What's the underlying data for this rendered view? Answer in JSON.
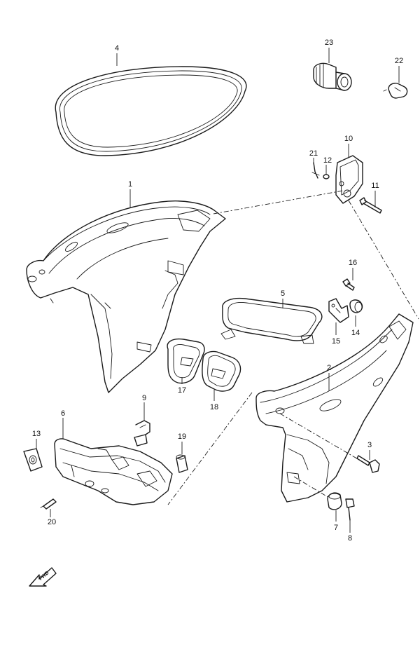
{
  "diagram": {
    "parts": [
      {
        "id": "p4",
        "number": "4",
        "shape": "seal-ring"
      },
      {
        "id": "p23",
        "number": "23",
        "shape": "grommet"
      },
      {
        "id": "p22",
        "number": "22",
        "shape": "clip"
      },
      {
        "id": "p10",
        "number": "10",
        "shape": "bracket"
      },
      {
        "id": "p21",
        "number": "21",
        "shape": "pin"
      },
      {
        "id": "p12",
        "number": "12",
        "shape": "washer"
      },
      {
        "id": "p11",
        "number": "11",
        "shape": "bolt"
      },
      {
        "id": "p1",
        "number": "1",
        "shape": "side-cover-upper"
      },
      {
        "id": "p16",
        "number": "16",
        "shape": "screw"
      },
      {
        "id": "p5",
        "number": "5",
        "shape": "gasket"
      },
      {
        "id": "p14",
        "number": "14",
        "shape": "cap"
      },
      {
        "id": "p15",
        "number": "15",
        "shape": "bracket-small"
      },
      {
        "id": "p2",
        "number": "2",
        "shape": "side-cover-lower"
      },
      {
        "id": "p17",
        "number": "17",
        "shape": "seal"
      },
      {
        "id": "p18",
        "number": "18",
        "shape": "seal"
      },
      {
        "id": "p9",
        "number": "9",
        "shape": "bracket-clip"
      },
      {
        "id": "p6",
        "number": "6",
        "shape": "lower-cover"
      },
      {
        "id": "p13",
        "number": "13",
        "shape": "grommet-square"
      },
      {
        "id": "p19",
        "number": "19",
        "shape": "collar"
      },
      {
        "id": "p20",
        "number": "20",
        "shape": "pin"
      },
      {
        "id": "p3",
        "number": "3",
        "shape": "bolt"
      },
      {
        "id": "p7",
        "number": "7",
        "shape": "bushing"
      },
      {
        "id": "p8",
        "number": "8",
        "shape": "bolt"
      }
    ],
    "direction_label": "FWD"
  }
}
